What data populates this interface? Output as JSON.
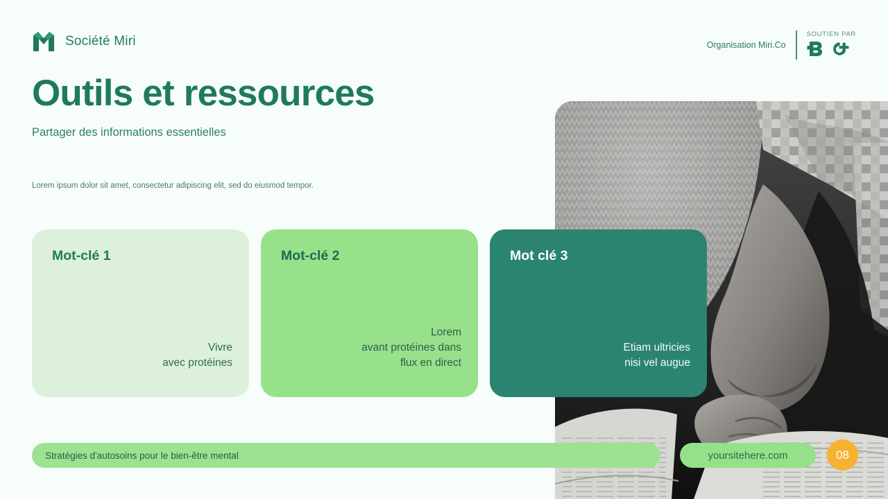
{
  "theme": {
    "background": "#f7fdfa",
    "brand_green": "#1f7a5c",
    "card1_bg": "#dcf0dc",
    "card2_bg": "#97e18b",
    "card3_bg": "#2a8470",
    "pill_green": "#9ce291",
    "badge_orange": "#f5b333"
  },
  "header": {
    "logo_icon": "m-monogram-logo",
    "brand_name": "Société Miri",
    "organization": "Organisation Miri.Co",
    "supporter_label": "SOUTIEN PAR",
    "supporter_logos": [
      "b-mark-logo",
      "c-plus-mark-logo"
    ]
  },
  "hero": {
    "title": "Outils et ressources",
    "subtitle": "Partager des informations essentielles",
    "body": "Lorem ipsum dolor sit amet, consectetur adipiscing elit, sed do eiusmod tempor."
  },
  "cards": [
    {
      "title": "Mot-clé 1",
      "body": "Vivre\navec protéines"
    },
    {
      "title": "Mot-clé 2",
      "body": "Lorem\navant protéines dans\nflux en direct"
    },
    {
      "title": "Mot clé 3",
      "body": "Etiam ultricies\nnisi vel augue"
    }
  ],
  "footer": {
    "caption": "Stratégies d'autosoins pour le bien-être mental",
    "website": "yoursitehere.com",
    "page_number": "08"
  },
  "media": {
    "photo_alt": "grayscale-photo-hands-on-open-book"
  }
}
